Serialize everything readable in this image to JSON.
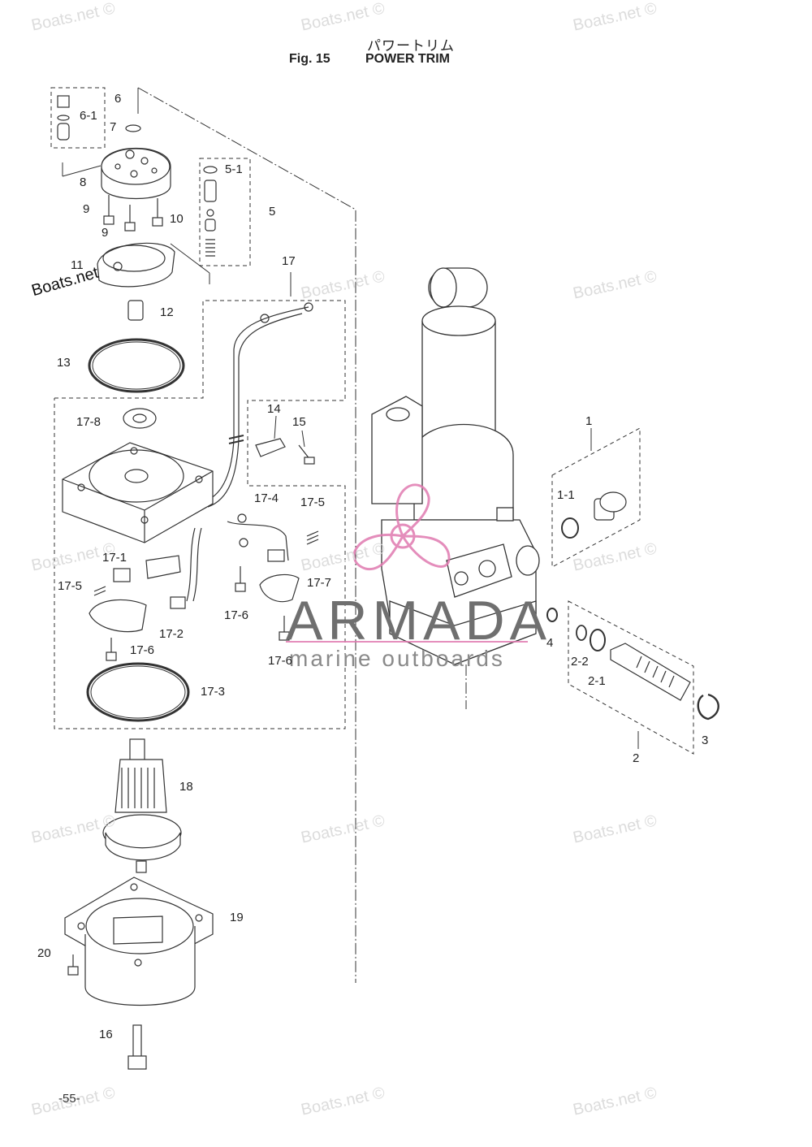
{
  "header": {
    "title_jp": "パワートリム",
    "fig": "Fig. 15",
    "title": "POWER TRIM"
  },
  "page_number": "-55-",
  "watermark": {
    "text": "Boats.net ©",
    "dark_text": "Boats.net"
  },
  "brand": {
    "name": "ARMADA",
    "tagline": "marine outboards",
    "icon": "propeller-logo-icon",
    "accent": "#e07ab0"
  },
  "part_labels": [
    "1",
    "1-1",
    "2",
    "2-1",
    "2-2",
    "3",
    "4",
    "5",
    "5-1",
    "6",
    "6-1",
    "7",
    "8",
    "9",
    "9",
    "10",
    "11",
    "12",
    "13",
    "14",
    "15",
    "16",
    "17",
    "17-1",
    "17-2",
    "17-3",
    "17-4",
    "17-5",
    "17-5",
    "17-6",
    "17-6",
    "17-6",
    "17-7",
    "17-8",
    "18",
    "19",
    "20"
  ]
}
